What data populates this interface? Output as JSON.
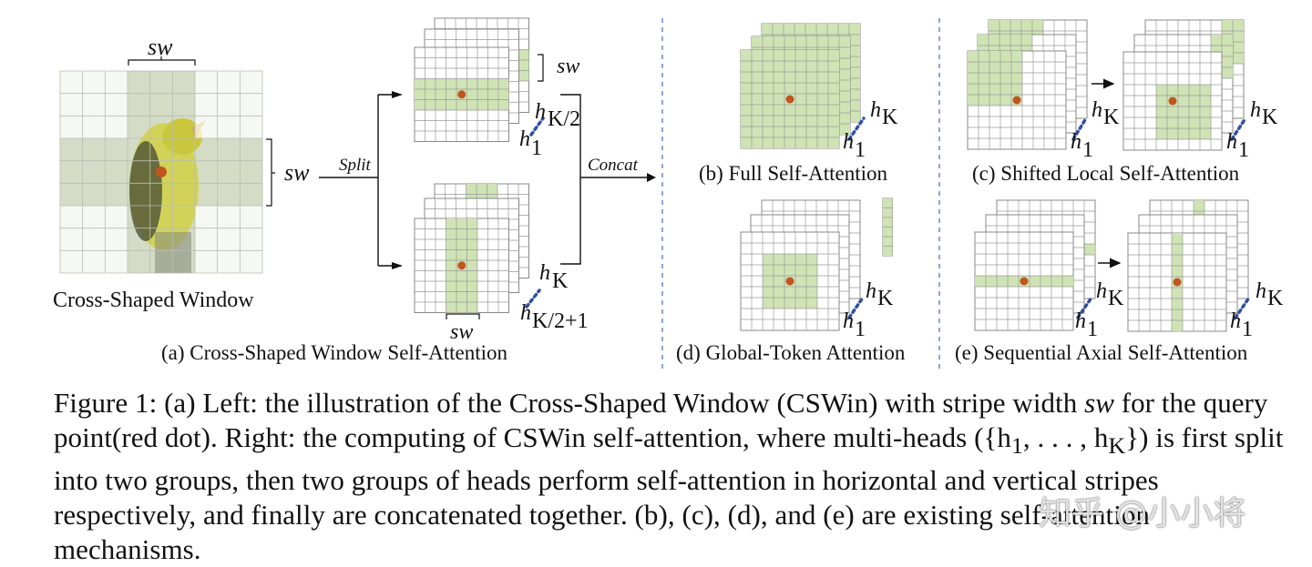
{
  "figure": {
    "panel_a": {
      "left_caption": "Cross-Shaped Window",
      "caption": "(a) Cross-Shaped Window Self-Attention",
      "sw": "sw",
      "split": "Split",
      "concat": "Concat",
      "head_top_hi": "K/2",
      "head_top_lo": "1",
      "head_bot_hi": "K",
      "head_bot_lo": "K/2+1"
    },
    "panel_b": {
      "caption": "(b) Full Self-Attention",
      "head_hi": "K",
      "head_lo": "1"
    },
    "panel_c": {
      "caption": "(c) Shifted Local Self-Attention",
      "head_hi": "K",
      "head_lo": "1"
    },
    "panel_d": {
      "caption": "(d) Global-Token Attention",
      "head_hi": "K",
      "head_lo": "1"
    },
    "panel_e": {
      "caption": "(e) Sequential Axial Self-Attention",
      "head_hi": "K",
      "head_lo": "1"
    },
    "colors": {
      "highlight": "#cfe3b5",
      "query_dot": "#c0561e",
      "head_dots": "#2f4fa2",
      "divider": "#4a79b8",
      "grid": "#9a9a9a"
    }
  },
  "caption": {
    "figure_label": "Figure 1:",
    "part1": "(a) Left: the illustration of the Cross-Shaped Window (CSWin) with stripe width",
    "var_sw": "sw",
    "part2": "for the query point(red dot). Right: the computing of CSWin self-attention, where multi-heads",
    "set_open": "({h",
    "set_sub1": "1",
    "set_mid": ", . . . , h",
    "set_subK": "K",
    "set_close": "})",
    "part3": "is first split into two groups, then two groups of heads perform self-attention in horizontal and vertical stripes respectively, and finally are concatenated together. (b), (c), (d), and (e) are existing self-attention mechanisms."
  },
  "watermark": "知乎 @小小将"
}
